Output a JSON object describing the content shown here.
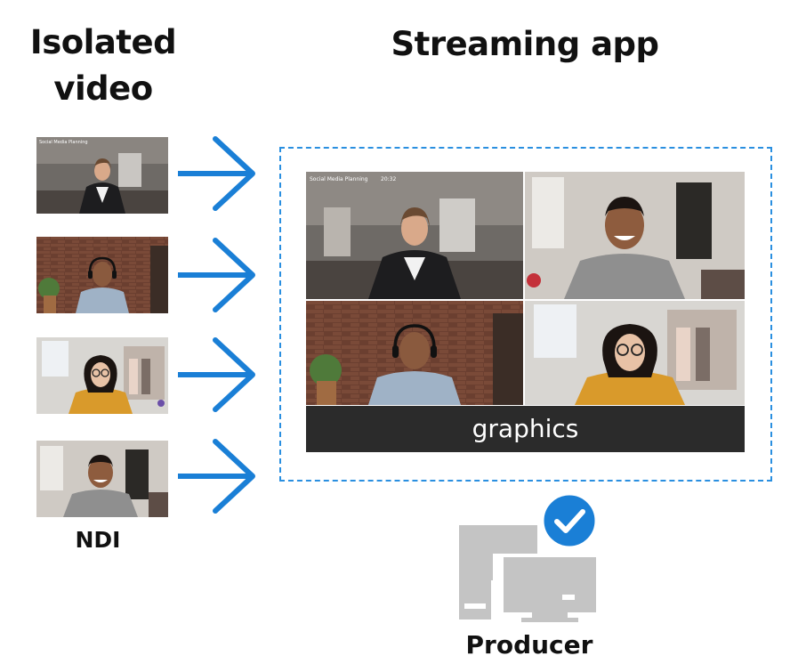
{
  "left_title": "Isolated\nvideo",
  "right_title": "Streaming app",
  "ndi_label": "NDI",
  "graphics_label": "graphics",
  "producer_label": "Producer",
  "meeting_caption": "Social Media Planning",
  "meeting_time": "20:32",
  "participants": [
    {
      "role": "woman-blazer"
    },
    {
      "role": "man-headset"
    },
    {
      "role": "woman-glasses"
    },
    {
      "role": "man-smiling"
    }
  ],
  "colors": {
    "arrow": "#1a7fd6",
    "dashed_border": "#2a8fe0",
    "graphics_bar": "#2b2b2b",
    "producer_icon": "#c4c4c4",
    "check_badge": "#1a7fd6"
  },
  "icons": [
    "right-arrow-icon",
    "producer-computers-icon",
    "check-badge-icon"
  ]
}
